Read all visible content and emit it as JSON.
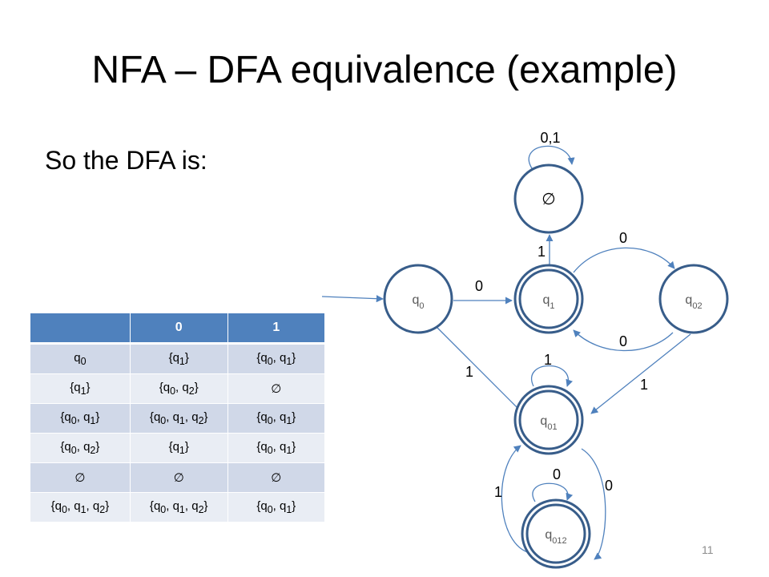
{
  "slide": {
    "title": "NFA – DFA equivalence (example)",
    "subtitle": "So the DFA is:",
    "page_number": "11"
  },
  "table": {
    "header": [
      "",
      "0",
      "1"
    ],
    "rows": [
      [
        "q_0",
        "{q_1}",
        "{q_0, q_1}"
      ],
      [
        "{q_1}",
        "{q_0, q_2}",
        "∅"
      ],
      [
        "{q_0, q_1}",
        "{q_0, q_1, q_2}",
        "{q_0, q_1}"
      ],
      [
        "{q_0, q_2}",
        "{q_1}",
        "{q_0, q_1}"
      ],
      [
        "∅",
        "∅",
        "∅"
      ],
      [
        "{q_0, q_1, q_2}",
        "{q_0, q_1, q_2}",
        "{q_0, q_1}"
      ]
    ]
  },
  "diagram": {
    "states": {
      "empty": {
        "label": "∅",
        "accepting": false
      },
      "q0": {
        "label": "q_0",
        "accepting": false
      },
      "q1": {
        "label": "q_1",
        "accepting": true
      },
      "q02": {
        "label": "q_02",
        "accepting": false
      },
      "q01": {
        "label": "q_01",
        "accepting": true
      },
      "q012": {
        "label": "q_012",
        "accepting": true
      }
    },
    "edge_labels": {
      "empty_loop": "0,1",
      "q0_to_q1": "0",
      "q1_to_q02": "0",
      "q02_to_q1": "0",
      "q1_to_empty": "1",
      "q0_to_q01": "1",
      "q01_loop": "1",
      "q02_to_q01": "1",
      "q012_loop": "0",
      "q012_to_q01": "1",
      "q01_to_q012": "0"
    },
    "colors": {
      "stroke": "#385d8a",
      "accent": "#4f81bd"
    }
  }
}
